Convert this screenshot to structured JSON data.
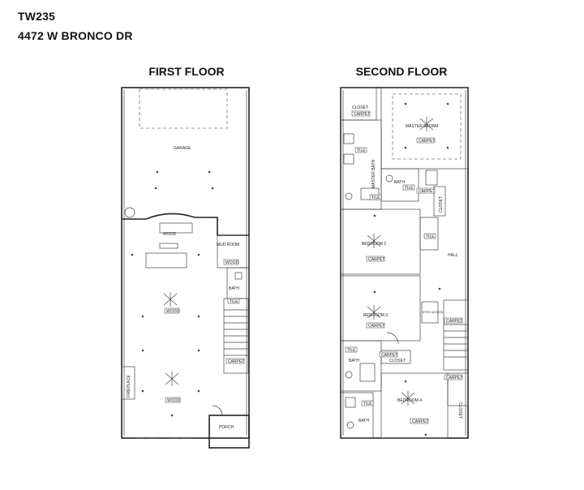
{
  "header": {
    "code": "TW235",
    "address": "4472 W BRONCO DR"
  },
  "first_floor": {
    "title": "FIRST FLOOR",
    "labels": {
      "garage": "GARAGE",
      "mud_room": "MUD ROOM",
      "wood1": "WOOD",
      "wood2": "WOOD",
      "wood3": "WOOD",
      "wood4": "WOOD",
      "bath": "BATH",
      "tile": "TILE",
      "carpet": "CARPET",
      "fireplace": "FIREPLACE",
      "porch": "PORCH"
    }
  },
  "second_floor": {
    "title": "SECOND FLOOR",
    "labels": {
      "closet": "CLOSET",
      "carpet_closet": "CARPET",
      "master_bedrm": "MASTER BEDRM",
      "carpet_master": "CARPET",
      "master_bath": "MASTER BATH",
      "tile_mb": "TILE",
      "tile_mb2": "TILE",
      "bath_top": "BATH",
      "tile_bt": "TILE",
      "carpet_hall_top": "CARPET",
      "closet_v": "CLOSET",
      "bedroom2": "BEDROOM 2",
      "carpet_b2": "CARPET",
      "tile_small": "TILE",
      "hall": "HALL",
      "bedroom3": "BEDROOM 3",
      "carpet_b3": "CARPET",
      "attic": "ATTIC ACCESS",
      "carpet_stair": "CARPET",
      "tile_mid": "TILE",
      "carpet_closet2": "CARPET",
      "closet2": "CLOSET",
      "bath_mid": "BATH",
      "carpet_stair2": "CARPET",
      "closet_v2": "CLOSET",
      "bedroom4": "BEDROOM 4",
      "tile_b4": "TILE",
      "bath_b4": "BATH",
      "carpet_b4": "CARPET"
    }
  }
}
